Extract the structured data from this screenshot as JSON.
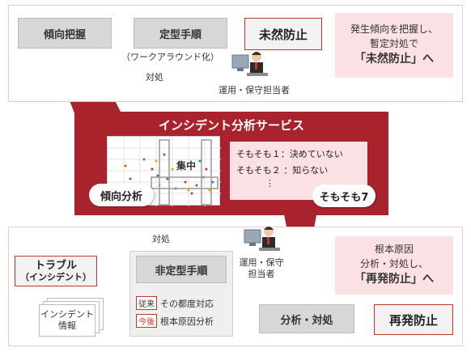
{
  "top": {
    "box_trend": "傾向把握",
    "box_standard": "定型手順",
    "box_prevent": "未然防止",
    "workaround": "（ワークアラウンド化）",
    "action": "対処",
    "operator": "運用・保守担当者",
    "note_line1": "発生傾向を把握し、",
    "note_line2": "暫定対処で",
    "note_line3": "「未然防止」へ"
  },
  "service": {
    "title": "インシデント分析サービス",
    "concentration": "集中",
    "trend_analysis": "傾向分析",
    "sosomo_line1": "そもそも１：決めていない",
    "sosomo_line2": "そもそも２ ：知らない",
    "sosomo_dots": "⋮",
    "sosomo7": "そもそも7"
  },
  "bottom": {
    "action": "対処",
    "operator_line1": "運用・保守",
    "operator_line2": "担当者",
    "trouble_line1": "トラブル",
    "trouble_line2": "（インシデント）",
    "nonstandard": "非定型手順",
    "before_tag": "従来",
    "before_text": "その都度対応",
    "after_tag": "今後",
    "after_text": "根本原因分析",
    "incident_line1": "インシデント",
    "incident_line2": "情報",
    "analysis": "分析・対処",
    "recurrence": "再発防止",
    "note_line1": "根本原因",
    "note_line2": "分析・対処し、",
    "note_line3": "「再発防止」へ"
  },
  "colors": {
    "accent_red": "#a8232c",
    "pink": "#fbe1e3",
    "gray_box": "#d7d7d7"
  }
}
